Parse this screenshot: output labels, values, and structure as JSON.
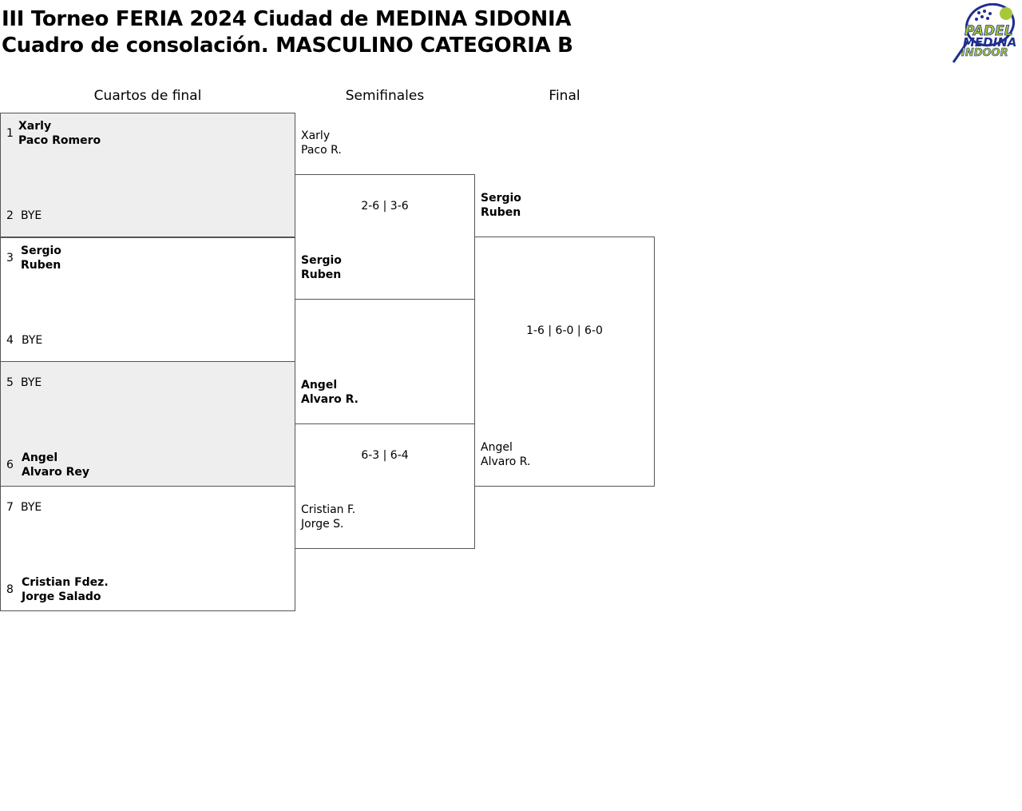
{
  "header": {
    "title_line1": "III Torneo FERIA 2024 Ciudad de MEDINA SIDONIA",
    "title_line2": "Cuadro de consolación. MASCULINO CATEGORIA B",
    "logo_text": [
      "PADEL",
      "MEDINA",
      "INDOOR"
    ]
  },
  "colors": {
    "logo_blue": "#1f2f8f",
    "logo_green": "#a8c83a",
    "shade": "#eeeeee",
    "border": "#555555"
  },
  "rounds": {
    "quarterfinals": "Cuartos de final",
    "semifinals": "Semifinales",
    "final": "Final"
  },
  "quarterfinals": [
    {
      "seed": "1",
      "p1": "Xarly",
      "p2": "Paco Romero"
    },
    {
      "seed": "2",
      "p1": "BYE",
      "p2": ""
    },
    {
      "seed": "3",
      "p1": "Sergio",
      "p2": "Ruben"
    },
    {
      "seed": "4",
      "p1": "BYE",
      "p2": ""
    },
    {
      "seed": "5",
      "p1": "BYE",
      "p2": ""
    },
    {
      "seed": "6",
      "p1": "Angel",
      "p2": "Alvaro Rey"
    },
    {
      "seed": "7",
      "p1": "BYE",
      "p2": ""
    },
    {
      "seed": "8",
      "p1": "Cristian Fdez.",
      "p2": "Jorge Salado"
    }
  ],
  "semifinals": [
    {
      "p1": "Xarly",
      "p2": "Paco R."
    },
    {
      "p1": "Sergio",
      "p2": "Ruben"
    },
    {
      "p1": "Angel",
      "p2": "Alvaro R."
    },
    {
      "p1": "Cristian F.",
      "p2": "Jorge S."
    }
  ],
  "semifinal_scores": [
    "2-6 | 3-6",
    "6-3 | 6-4"
  ],
  "final": [
    {
      "p1": "Sergio",
      "p2": "Ruben"
    },
    {
      "p1": "Angel",
      "p2": "Alvaro R."
    }
  ],
  "final_score": "1-6 | 6-0 | 6-0"
}
